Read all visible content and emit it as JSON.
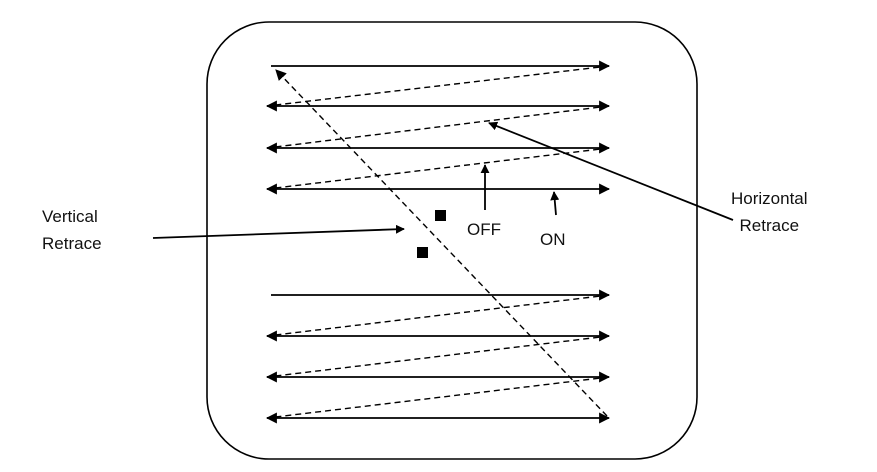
{
  "labels": {
    "vertical_retrace": [
      "Vertical",
      "Retrace"
    ],
    "horizontal_retrace": [
      "Horizontal",
      "Retrace"
    ],
    "off": "OFF",
    "on": "ON"
  },
  "colors": {
    "line": "#000000",
    "background": "#ffffff",
    "text": "#111111"
  }
}
